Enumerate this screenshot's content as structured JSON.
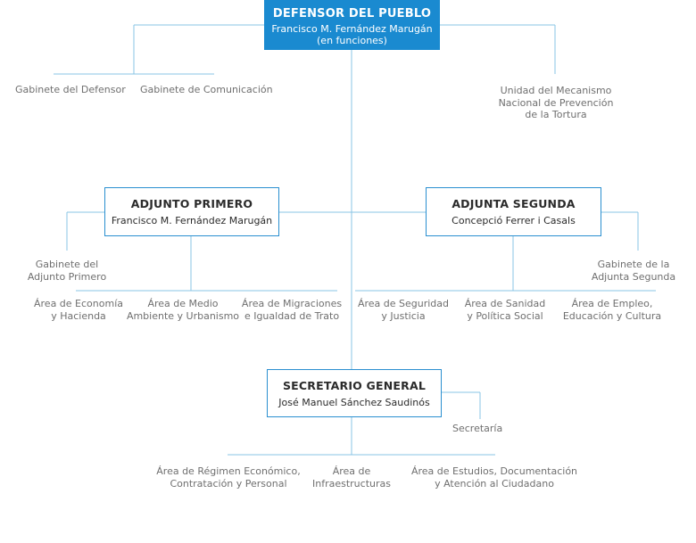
{
  "defensor": {
    "title": "DEFENSOR DEL PUEBLO",
    "name_line1": "Francisco M. Fernández Marugán",
    "name_line2": "(en funciones)"
  },
  "defensor_units": {
    "gabinete_defensor": "Gabinete del Defensor",
    "gabinete_comunicacion": "Gabinete de Comunicación",
    "mecanismo": [
      "Unidad del Mecanismo",
      "Nacional de Prevención",
      "de la Tortura"
    ]
  },
  "adjunto_primero": {
    "title": "ADJUNTO PRIMERO",
    "name": "Francisco M. Fernández Marugán",
    "gabinete": [
      "Gabinete del",
      "Adjunto Primero"
    ],
    "areas": [
      [
        "Área de Economía",
        "y Hacienda"
      ],
      [
        "Área de Medio",
        "Ambiente y Urbanismo"
      ],
      [
        "Área de Migraciones",
        "e Igualdad de Trato"
      ]
    ]
  },
  "adjunta_segunda": {
    "title": "ADJUNTA SEGUNDA",
    "name": "Concepció Ferrer i Casals",
    "gabinete": [
      "Gabinete de la",
      "Adjunta Segunda"
    ],
    "areas": [
      [
        "Área de Seguridad",
        "y Justicia"
      ],
      [
        "Área de Sanidad",
        "y Política Social"
      ],
      [
        "Área de Empleo,",
        "Educación y Cultura"
      ]
    ]
  },
  "secretario_general": {
    "title": "SECRETARIO GENERAL",
    "name": "José Manuel Sánchez Saudinós",
    "secretaria": "Secretaría",
    "areas": [
      [
        "Área de Régimen Económico,",
        "Contratación y Personal"
      ],
      [
        "Área de",
        "Infraestructuras"
      ],
      [
        "Área de Estudios, Documentación",
        "y Atención al Ciudadano"
      ]
    ]
  },
  "colors": {
    "accent": "#1a8ad0",
    "box_border": "#2a8fd0",
    "line": "#8ac4e6",
    "text": "#6f6f6f"
  }
}
